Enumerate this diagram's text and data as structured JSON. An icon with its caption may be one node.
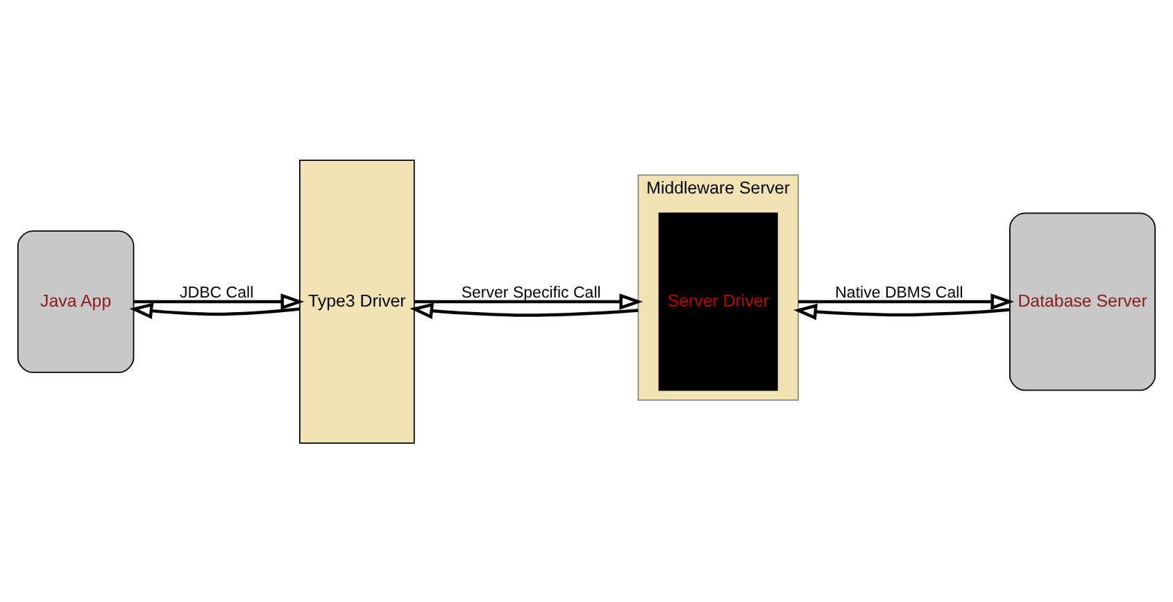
{
  "diagram": {
    "nodes": [
      {
        "text": [
          "Java App"
        ]
      },
      {
        "text": [
          "Type3 Driver"
        ]
      },
      {
        "text": [
          "Middleware Server"
        ]
      },
      {
        "text": [
          "Server Driver"
        ],
        "in": 2
      },
      {
        "text": [
          "Database Server"
        ]
      }
    ],
    "edges": [
      {
        "from": 0,
        "to": 1,
        "arrow": "to",
        "label": "JDBC Call"
      },
      {
        "from": 1,
        "to": 0,
        "arrow": "to"
      },
      {
        "from": 1,
        "to": 2,
        "arrow": "to",
        "label": "Server Specific Call"
      },
      {
        "from": 2,
        "to": 1,
        "arrow": "to"
      },
      {
        "from": 2,
        "to": 4,
        "arrow": "to",
        "label": "Native DBMS Call"
      },
      {
        "from": 4,
        "to": 2,
        "arrow": "to"
      }
    ]
  }
}
